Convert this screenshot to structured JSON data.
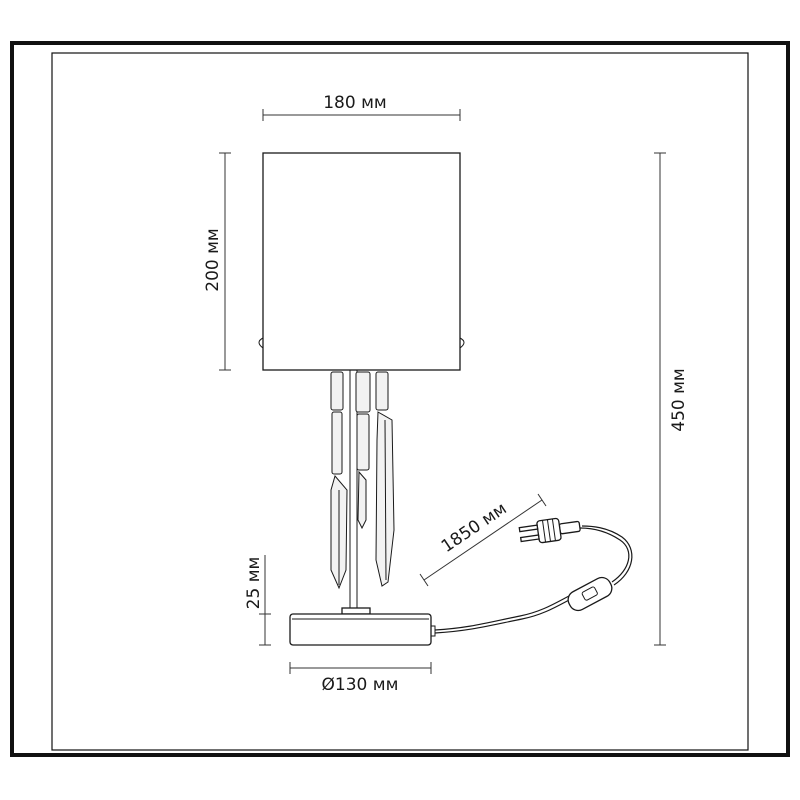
{
  "dimensions": {
    "shade_width": "180 мм",
    "shade_height": "200 мм",
    "total_height": "450 мм",
    "cord_length": "1850 мм",
    "base_height": "25 мм",
    "base_diameter": "Ø130 мм"
  },
  "colors": {
    "line": "#1a1a1a",
    "background": "#ffffff"
  }
}
